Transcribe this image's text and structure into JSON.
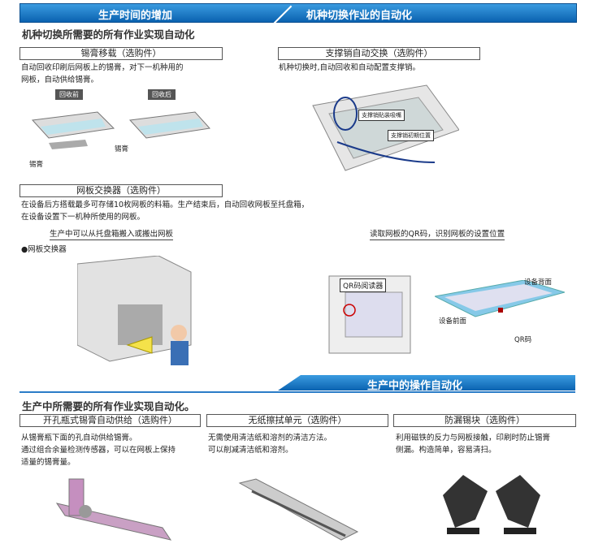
{
  "header": {
    "left": "生产时间的增加",
    "right": "机种切换作业的自动化"
  },
  "section1": {
    "title": "机种切换所需要的所有作业实现自动化",
    "solder_transfer": {
      "label": "锡膏移载（选购件）",
      "desc1": "自动回收印刷后网板上的锡膏，对下一机种用的",
      "desc2": "网板，自动供给锡膏。",
      "before": "回收前",
      "after": "回收后",
      "solder1": "锡膏",
      "solder2": "锡膏"
    },
    "pin_exchange": {
      "label": "支撑销自动交换（选购件）",
      "desc": "机种切换时,自动回收和自动配置支撑销。",
      "nozzle": "支撑销贴装吸嘴",
      "initial": "支撑销初期位置"
    },
    "stencil_changer": {
      "label": "网板交换器（选购件）",
      "desc1": "在设备后方搭载最多可存储10枚网板的料箱。生产结束后，自动回收网板至托盘箱，",
      "desc2": "在设备设置下一机种所使用的网板。",
      "cap_left": "生产中可以从托盘箱搬入或搬出网板",
      "bullet": "●网板交换器",
      "cap_right": "读取网板的QR码，识别网板的设置位置",
      "qr_reader": "QR码阅读器",
      "rear": "设备背面",
      "front": "设备前面",
      "qr": "QR码"
    }
  },
  "header2": {
    "title": "生产中的操作自动化"
  },
  "section2": {
    "title": "生产中所需要的所有作业实现自动化。",
    "items": [
      {
        "label": "开孔瓶式锡膏自动供给（选购件）",
        "desc1": "从锡膏瓶下面的孔自动供给锡膏。",
        "desc2": "通过组合余量检测传感器，可以在网板上保持",
        "desc3": "适量的锡膏量。"
      },
      {
        "label": "无纸擦拭单元（选购件）",
        "desc1": "无需使用清洁纸和溶剂的清洁方法。",
        "desc2": "可以削减清洁纸和溶剂。"
      },
      {
        "label": "防漏锡块（选购件）",
        "desc1": "利用磁铁的反力与网板接触，印刷时防止锡膏",
        "desc2": "侧漏。构造简单，容易清扫。"
      }
    ]
  }
}
